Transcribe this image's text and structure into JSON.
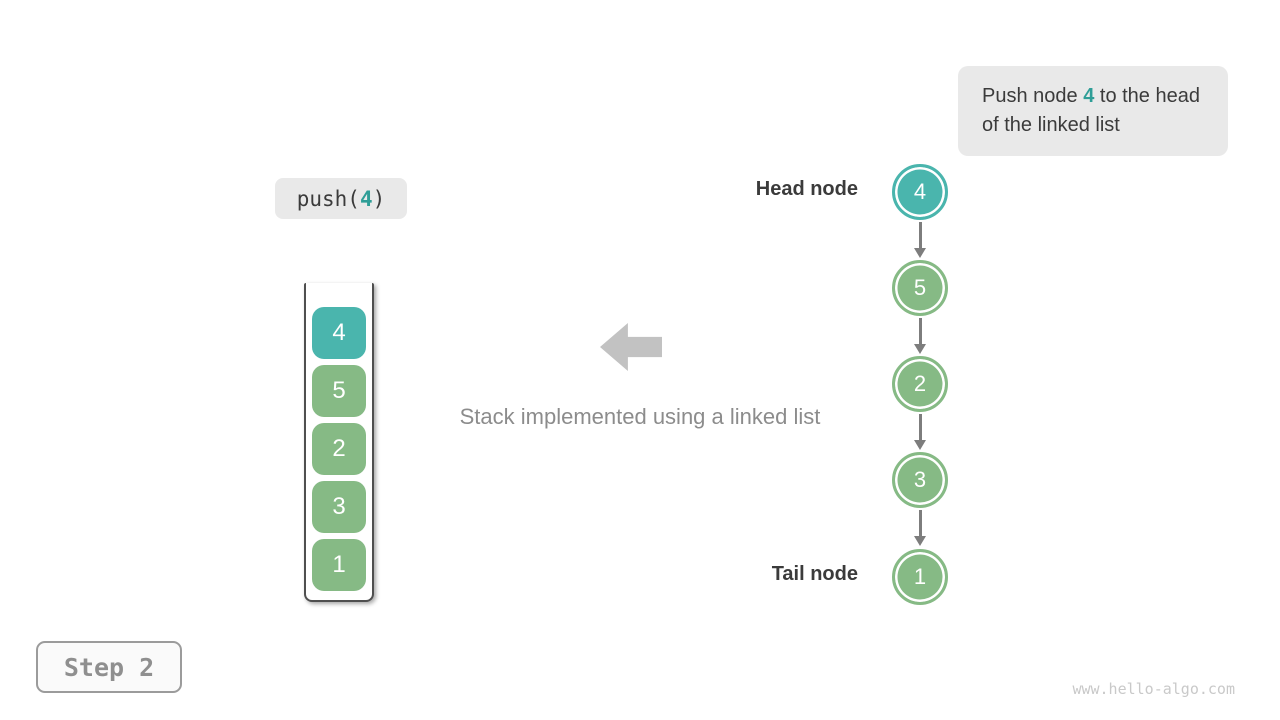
{
  "colors": {
    "teal": "#4ab5ad",
    "teal_text": "#2f9e97",
    "green": "#86ba85",
    "callout_bg": "#e9e9e9",
    "dark_text": "#3b3b3b",
    "muted_text": "#8c8c8c",
    "block_arrow": "#c2c2c2",
    "link_arrow": "#7d7d7d"
  },
  "callout": {
    "prefix": "Push node ",
    "highlight": "4",
    "suffix": " to the head of the linked list"
  },
  "operation": {
    "prefix": "push(",
    "arg": "4",
    "suffix": ")"
  },
  "stack": {
    "items": [
      {
        "value": "4",
        "state": "new"
      },
      {
        "value": "5",
        "state": "existing"
      },
      {
        "value": "2",
        "state": "existing"
      },
      {
        "value": "3",
        "state": "existing"
      },
      {
        "value": "1",
        "state": "existing"
      }
    ]
  },
  "caption": "Stack implemented using a linked list",
  "linked_list": {
    "head_label": "Head node",
    "tail_label": "Tail node",
    "nodes": [
      {
        "value": "4",
        "state": "new"
      },
      {
        "value": "5",
        "state": "existing"
      },
      {
        "value": "2",
        "state": "existing"
      },
      {
        "value": "3",
        "state": "existing"
      },
      {
        "value": "1",
        "state": "existing"
      }
    ]
  },
  "step_label": "Step 2",
  "watermark": "www.hello-algo.com"
}
